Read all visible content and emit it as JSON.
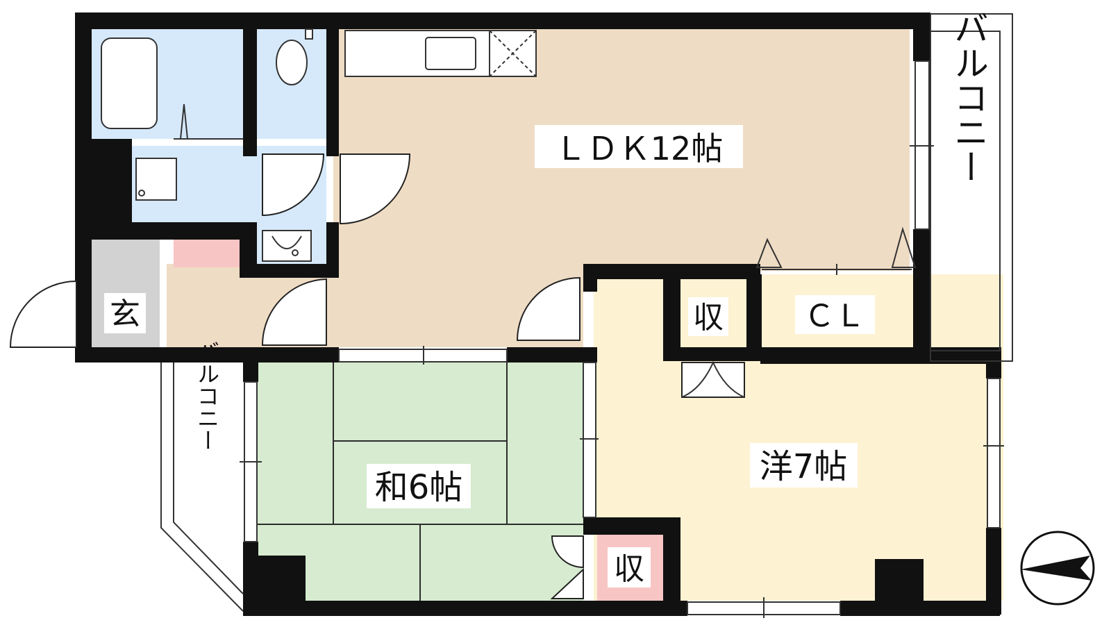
{
  "colors": {
    "ldk": "#efdcc4",
    "japanese_room": "#d6ebcf",
    "western_room": "#fdf2d2",
    "storage": "#f8c5c5",
    "wet_area": "#d6e9fb",
    "entrance": "#d2d2d2",
    "wall": "#111111"
  },
  "rooms": {
    "ldk": "ＬＤＫ12帖",
    "western": "洋7帖",
    "japanese": "和6帖",
    "closet": "ＣＬ",
    "storage_upper": "収",
    "storage_lower": "収",
    "entrance": "玄",
    "balcony_right": "バルコニー",
    "balcony_left": "バルコニー"
  },
  "icons": {
    "compass": "compass-north-arrow-icon"
  }
}
